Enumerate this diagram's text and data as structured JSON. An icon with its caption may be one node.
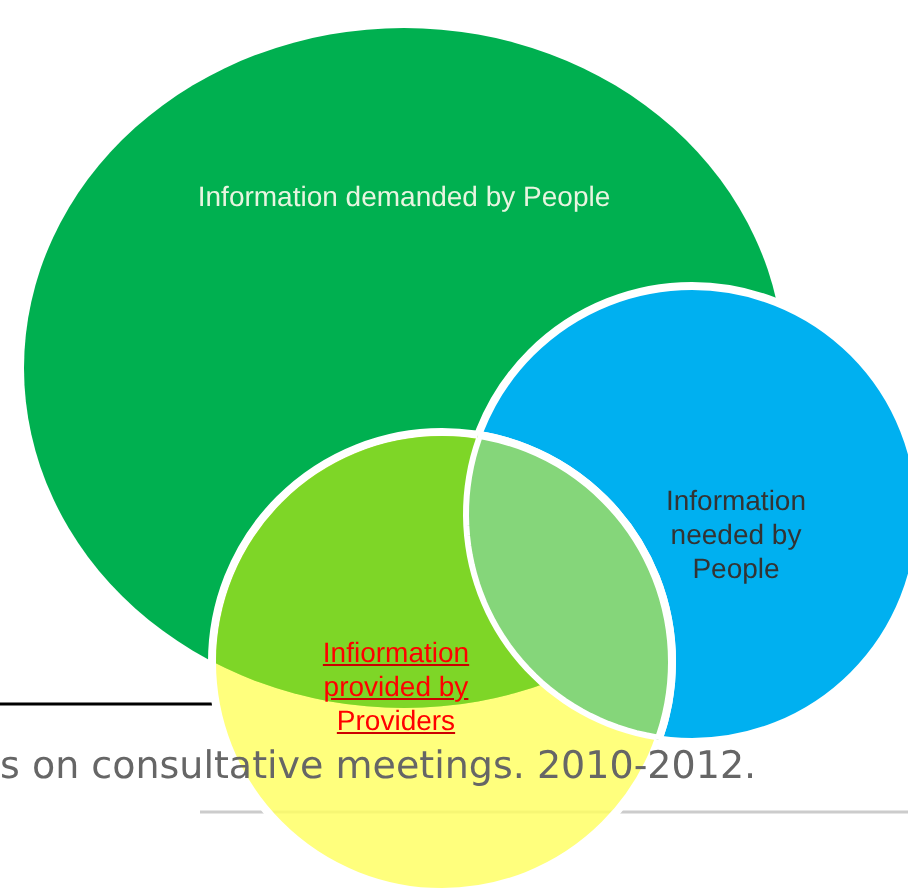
{
  "diagram": {
    "nodes": [
      {
        "text": [
          "Information demanded by People"
        ]
      },
      {
        "text": [
          "Information needed by People"
        ]
      },
      {
        "text": [
          "Infiormation provided by Providers"
        ]
      }
    ],
    "labels": [
      "s on consultative meetings. 2010-2012."
    ]
  }
}
